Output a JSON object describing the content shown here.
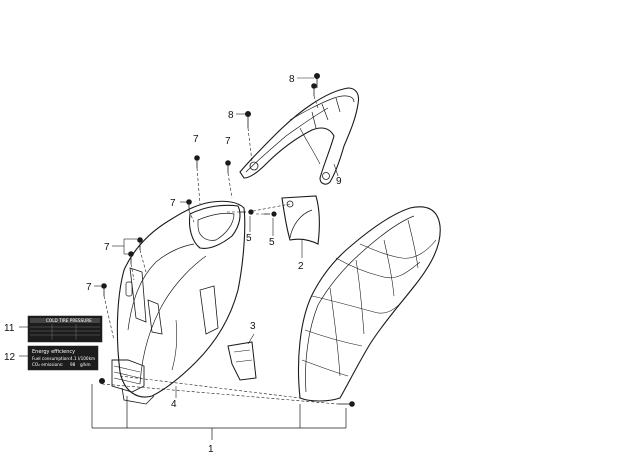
{
  "callouts": {
    "c1": "1",
    "c2": "2",
    "c3": "3",
    "c4": "4",
    "c5": "5",
    "c7": "7",
    "c8": "8",
    "c9": "9",
    "c11": "11",
    "c12": "12"
  },
  "tire_label": {
    "title": "COLD TIRE PRESSURE"
  },
  "energy_label": {
    "title": "Energy efficiency",
    "fuel_label": "Fuel consumption:",
    "fuel_value": "4.1",
    "fuel_unit": "l/100km",
    "co2_label": "CO₂ emissions:",
    "co2_value": "98",
    "co2_unit": "g/km"
  },
  "colors": {
    "line": "#1a1a1a",
    "label_bg": "#1c1c1c"
  }
}
